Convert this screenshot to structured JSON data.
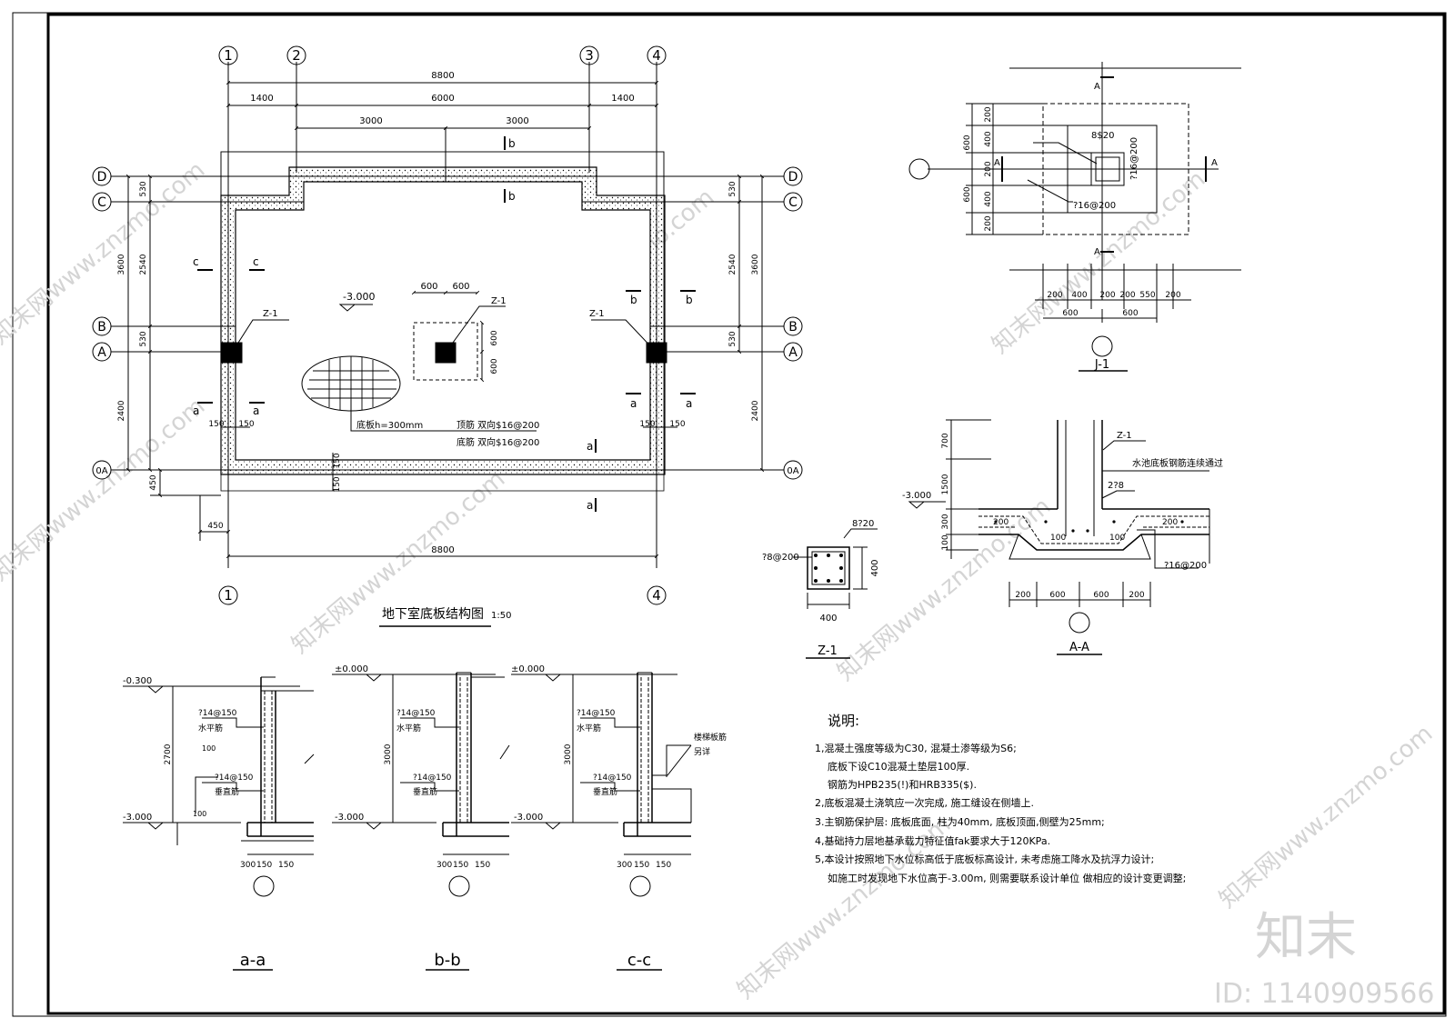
{
  "plan": {
    "title": "地下室底板结构图",
    "scale": "1:50",
    "axes_top": [
      "1",
      "2",
      "3",
      "4"
    ],
    "axes_bottom": [
      "1",
      "4"
    ],
    "axes_side": [
      "D",
      "C",
      "B",
      "A",
      "0A"
    ],
    "dim_top_total": "8800",
    "dim_top_parts": [
      "1400",
      "6000",
      "1400"
    ],
    "dim_top_inner": [
      "3000",
      "3000"
    ],
    "dim_bottom_total": "8800",
    "dim_bottom_450": "450",
    "dim_left": [
      "530",
      "2540",
      "530",
      "2400"
    ],
    "dim_left_total": "3600",
    "dim_left_450": "450",
    "dim_right": [
      "530",
      "2540",
      "530",
      "2400"
    ],
    "dim_right_total": "3600",
    "wall_dims": [
      "150",
      "150"
    ],
    "level": "-3.000",
    "col_label": "Z-1",
    "col_dims": [
      "600",
      "600"
    ],
    "slab_note": "底板h=300mm",
    "top_rebar": "顶筋 双向$16@200",
    "bot_rebar": "底筋 双向$16@200",
    "section_marks": [
      "a",
      "b",
      "c"
    ]
  },
  "j1": {
    "label": "J-1",
    "rebar1": "8$20",
    "rebar2": "?16@200",
    "rebar3": "?16@200",
    "sec": "A",
    "dims_left": [
      "200",
      "400",
      "200",
      "400",
      "200"
    ],
    "dims_left_outer": [
      "600",
      "600"
    ],
    "dims_bottom": [
      "200",
      "400",
      "200",
      "200",
      "550",
      "200"
    ],
    "dims_bottom_outer": [
      "600",
      "600"
    ]
  },
  "z1": {
    "label": "Z-1",
    "rebar_top": "8?20",
    "rebar_side": "?8@200",
    "dim_w": "400",
    "dim_h": "400"
  },
  "aa": {
    "label": "A-A",
    "level": "-3.000",
    "col": "Z-1",
    "note": "水池底板钢筋连续通过",
    "rebar": "2?8",
    "rebar2": "?16@200",
    "dims_v": [
      "700",
      "1500",
      "300",
      "100"
    ],
    "dims_h": [
      "200",
      "600",
      "600",
      "200"
    ],
    "small": [
      "200",
      "100",
      "100",
      "200"
    ]
  },
  "sections": [
    {
      "label": "a-a",
      "top": "-0.300",
      "bot": "-3.000",
      "h": "2700",
      "r1": "?14@150",
      "r1n": "水平筋",
      "r2": "?14@150",
      "r2n": "垂直筋",
      "d": [
        "300",
        "150",
        "150"
      ],
      "extra": "100"
    },
    {
      "label": "b-b",
      "top": "±0.000",
      "bot": "-3.000",
      "h": "3000",
      "r1": "?14@150",
      "r1n": "水平筋",
      "r2": "?14@150",
      "r2n": "垂直筋",
      "d": [
        "300",
        "150",
        "150"
      ]
    },
    {
      "label": "c-c",
      "top": "±0.000",
      "bot": "-3.000",
      "h": "3000",
      "r1": "?14@150",
      "r1n": "水平筋",
      "r2": "?14@150",
      "r2n": "垂直筋",
      "d": [
        "300",
        "150",
        "150"
      ],
      "stair": "楼梯板筋",
      "stair2": "另详"
    }
  ],
  "notes": {
    "title": "说明:",
    "lines": [
      "1,混凝土强度等级为C30, 混凝土渗等级为S6;",
      "底板下设C10混凝土垫层100厚.",
      "钢筋为HPB235(!)和HRB335($).",
      "2,底板混凝土浇筑应一次完成, 施工缝设在侧墙上.",
      "3.主钢筋保护层: 底板底面, 柱为40mm, 底板顶面,侧壁为25mm;",
      "4,基础持力层地基承载力特征值fak要求大于120KPa.",
      "5,本设计按照地下水位标高低于底板标高设计, 未考虑施工降水及抗浮力设计;",
      "如施工时发现地下水位高于-3.00m, 则需要联系设计单位 做相应的设计变更调整;"
    ]
  },
  "watermark": {
    "text": "知末网www.znzmo.com",
    "logo": "知末",
    "id": "ID: 1140909566"
  }
}
